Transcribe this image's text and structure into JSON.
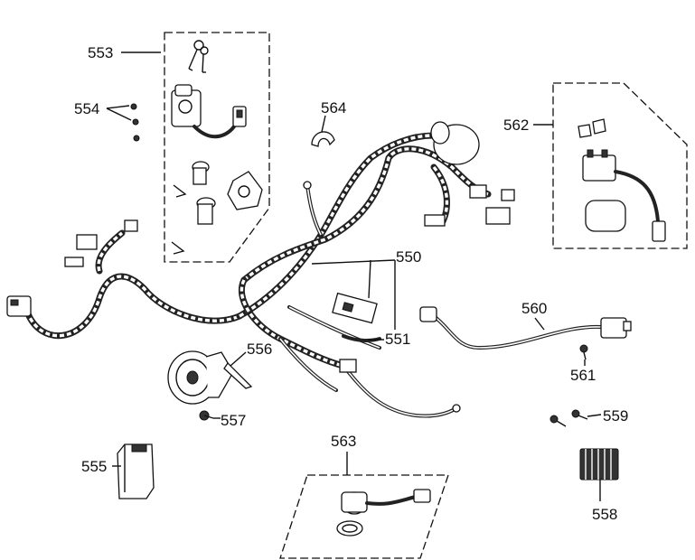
{
  "labels": {
    "p550": "550",
    "p551": "551",
    "p553": "553",
    "p554": "554",
    "p555": "555",
    "p556": "556",
    "p557": "557",
    "p558": "558",
    "p559": "559",
    "p560": "560",
    "p561": "561",
    "p562": "562",
    "p563": "563",
    "p564": "564"
  },
  "parts": [
    {
      "ref": "550",
      "icon": "wiring-harness-icon"
    },
    {
      "ref": "551",
      "icon": "fuse-holder-icon"
    },
    {
      "ref": "553",
      "icon": "ignition-switch-lock-set-icon"
    },
    {
      "ref": "554",
      "icon": "screw-icon"
    },
    {
      "ref": "555",
      "icon": "cdi-unit-icon"
    },
    {
      "ref": "556",
      "icon": "horn-icon"
    },
    {
      "ref": "557",
      "icon": "bolt-icon"
    },
    {
      "ref": "558",
      "icon": "rectifier-regulator-icon"
    },
    {
      "ref": "559",
      "icon": "screw-icon"
    },
    {
      "ref": "560",
      "icon": "ignition-coil-icon"
    },
    {
      "ref": "561",
      "icon": "bolt-icon"
    },
    {
      "ref": "562",
      "icon": "starter-relay-icon"
    },
    {
      "ref": "563",
      "icon": "flasher-relay-icon"
    },
    {
      "ref": "564",
      "icon": "wire-clamp-icon"
    }
  ]
}
